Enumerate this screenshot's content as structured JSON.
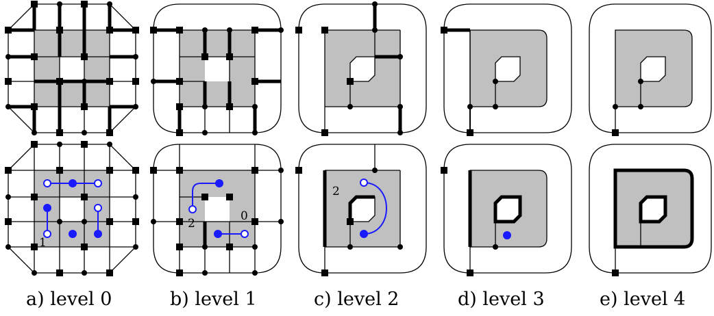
{
  "panels": [
    {
      "caption": "a) level 0"
    },
    {
      "caption": "b) level 1"
    },
    {
      "caption": "c) level 2"
    },
    {
      "caption": "d) level 3"
    },
    {
      "caption": "e) level 4"
    }
  ],
  "labels": {
    "a_bottom": "1",
    "b_bottom_left": "2",
    "b_bottom_right": "0",
    "c_bottom": "2"
  },
  "colors": {
    "shaded": "#c0c0c0",
    "edge": "#000000",
    "marker": "#1a1aff"
  }
}
